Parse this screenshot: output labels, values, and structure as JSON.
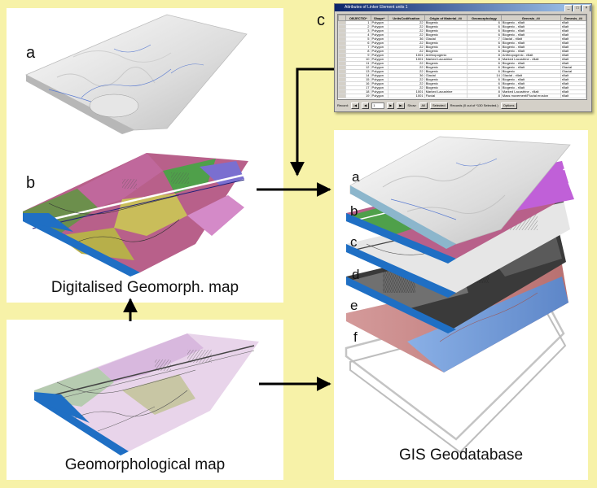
{
  "labels": {
    "a": "a",
    "b": "b",
    "c": "c",
    "stack_a": "a",
    "stack_b": "b",
    "stack_c": "c",
    "stack_d": "d",
    "stack_e": "e",
    "stack_f": "f"
  },
  "captions": {
    "digitalised": "Digitalised Geomorph. map",
    "geomorphological": "Geomorphological map",
    "gis": "GIS Geodatabase"
  },
  "colors": {
    "background": "#f7f2a8",
    "panel": "#ffffff",
    "arrow": "#000000",
    "water": "#1f6fc4",
    "pink_unit": "#b8608a",
    "green_unit": "#4fa04a",
    "yellow_unit": "#c9bd5a",
    "magenta_layer": "#c060d8",
    "salmon_layer": "#c98888",
    "blue_layer": "#7aa0d8"
  },
  "table_window": {
    "title": "Attributes of Linker Element units 1",
    "columns": [
      "OBJECTID*",
      "Shape*",
      "UnitsCodification",
      "Origin of Material_##",
      "Geomorphology",
      "Genesis_##",
      "Genesis_##"
    ],
    "rows": [
      [
        "1",
        "Polygon",
        "22",
        "Biogenic",
        "6",
        "Biogenic - rillalt",
        "rillalt"
      ],
      [
        "2",
        "Polygon",
        "22",
        "Biogenic",
        "6",
        "Biogenic - rillalt",
        "rillalt"
      ],
      [
        "3",
        "Polygon",
        "22",
        "Biogenic",
        "6",
        "Biogenic - rillalt",
        "rillalt"
      ],
      [
        "4",
        "Polygon",
        "22",
        "Biogenic",
        "6",
        "Biogenic - rillalt",
        "rillalt"
      ],
      [
        "5",
        "Polygon",
        "36",
        "Glacial",
        "7",
        "Glacial - rillalt",
        "rillalt"
      ],
      [
        "6",
        "Polygon",
        "22",
        "Biogenic",
        "6",
        "Biogenic - rillalt",
        "rillalt"
      ],
      [
        "7",
        "Polygon",
        "22",
        "Biogenic",
        "6",
        "Biogenic - rillalt",
        "rillalt"
      ],
      [
        "8",
        "Polygon",
        "22",
        "Biogenic",
        "6",
        "Biogenic - rillalt",
        "rillalt"
      ],
      [
        "9",
        "Polygon",
        "1001",
        "Anthropogenic",
        "8",
        "Anthropogenic - rillalt",
        "rillalt"
      ],
      [
        "10",
        "Polygon",
        "1001",
        "Marked Lacustrine",
        "8",
        "Marked Lacustrine - rillalt",
        "rillalt"
      ],
      [
        "11",
        "Polygon",
        "22",
        "Biogenic",
        "6",
        "Biogenic - rillalt",
        "rillalt"
      ],
      [
        "12",
        "Polygon",
        "22",
        "Biogenic",
        "6",
        "Biogenic - rillalt",
        "Glacial"
      ],
      [
        "13",
        "Polygon",
        "22",
        "Biogenic",
        "6",
        "Biogenic",
        "Glacial"
      ],
      [
        "14",
        "Polygon",
        "36",
        "Glacial",
        "14",
        "Glacial - rillalt",
        "rillalt"
      ],
      [
        "15",
        "Polygon",
        "22",
        "Biogenic",
        "6",
        "Biogenic - rillalt",
        "rillalt"
      ],
      [
        "16",
        "Polygon",
        "22",
        "Biogenic",
        "6",
        "Biogenic - rillalt",
        "rillalt"
      ],
      [
        "17",
        "Polygon",
        "22",
        "Biogenic",
        "6",
        "Biogenic - rillalt",
        "rillalt"
      ],
      [
        "18",
        "Polygon",
        "1001",
        "Marked Lacustrine",
        "8",
        "Marked Lacustrine - rillalt",
        "rillalt"
      ],
      [
        "19",
        "Polygon",
        "1001",
        "Fluvial",
        "8",
        "Mass movement/Fluvial erosion",
        "rillalt"
      ]
    ],
    "footer": {
      "record_label": "Record:",
      "record_value": "1",
      "show_label": "Show:",
      "show_all": "All",
      "show_selected": "Selected",
      "records_text": "Records (0 out of *130 Selected.)",
      "options_label": "Options"
    }
  }
}
